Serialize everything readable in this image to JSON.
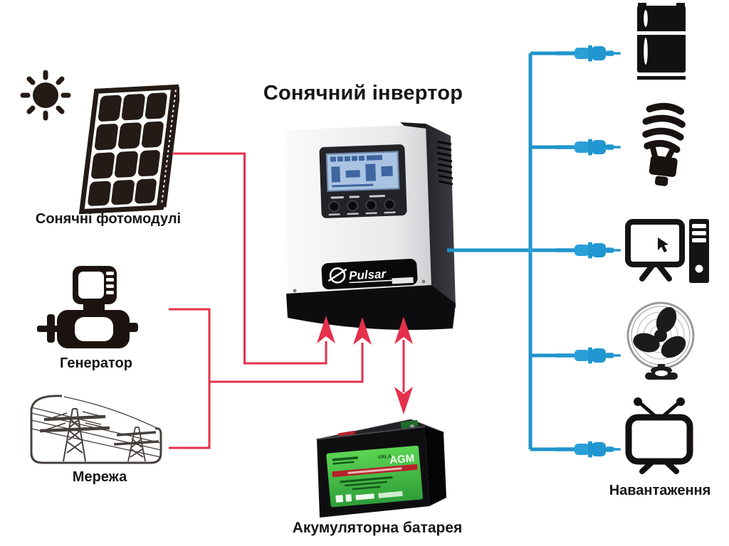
{
  "title": "Сонячний інвертор",
  "sources": {
    "solar": {
      "label": "Сонячні фотомодулі"
    },
    "generator": {
      "label": "Генератор"
    },
    "grid": {
      "label": "Мережа"
    }
  },
  "inverter": {
    "brand": "Pulsar"
  },
  "battery": {
    "label": "Акумуляторна батарея",
    "vrla_text": "VRLA",
    "agm_text": "AGM"
  },
  "load": {
    "label": "Навантаження",
    "devices": [
      "refrigerator",
      "cfl-bulb",
      "computer",
      "fan",
      "tv"
    ]
  },
  "icons": {
    "sun-icon": "sun with rays",
    "solar-panel-icon": "tilted photovoltaic module",
    "generator-icon": "motor generator",
    "power-grid-icon": "transmission towers",
    "inverter-image": "wall-mount solar inverter with LCD panel",
    "battery-image": "AGM accumulator battery",
    "plug-icon": "AC power plug",
    "refrigerator-icon": "two-door fridge",
    "cfl-bulb-icon": "energy saving spiral lamp",
    "computer-icon": "monitor with cursor and tower",
    "fan-icon": "table fan",
    "tv-icon": "television with antenna"
  },
  "colors": {
    "dc_line_red": "#e5304c",
    "ac_line_blue": "#1f93cb",
    "icon_black": "#1c1310"
  },
  "connections": {
    "dc_inputs": [
      {
        "from": "solar",
        "to": "inverter",
        "color": "red",
        "bidirectional": false
      },
      {
        "from": "generator",
        "to": "inverter",
        "color": "red",
        "bidirectional": false
      },
      {
        "from": "grid",
        "to": "inverter",
        "color": "red",
        "bidirectional": false
      },
      {
        "from": "battery",
        "to": "inverter",
        "color": "red",
        "bidirectional": true
      }
    ],
    "ac_outputs": [
      {
        "from": "inverter",
        "to": "loads",
        "color": "blue",
        "branches": 5
      }
    ]
  }
}
